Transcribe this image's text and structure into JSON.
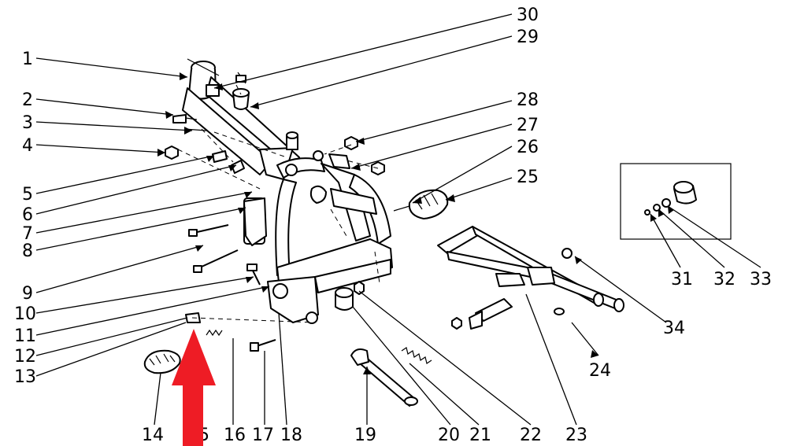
{
  "callouts": [
    {
      "n": "1"
    },
    {
      "n": "2"
    },
    {
      "n": "3"
    },
    {
      "n": "4"
    },
    {
      "n": "5"
    },
    {
      "n": "6"
    },
    {
      "n": "7"
    },
    {
      "n": "8"
    },
    {
      "n": "9"
    },
    {
      "n": "10"
    },
    {
      "n": "11"
    },
    {
      "n": "12"
    },
    {
      "n": "13"
    },
    {
      "n": "14"
    },
    {
      "n": "15"
    },
    {
      "n": "16"
    },
    {
      "n": "17"
    },
    {
      "n": "18"
    },
    {
      "n": "19"
    },
    {
      "n": "20"
    },
    {
      "n": "21"
    },
    {
      "n": "22"
    },
    {
      "n": "23"
    },
    {
      "n": "24"
    },
    {
      "n": "25"
    },
    {
      "n": "26"
    },
    {
      "n": "27"
    },
    {
      "n": "28"
    },
    {
      "n": "29"
    },
    {
      "n": "30"
    },
    {
      "n": "31"
    },
    {
      "n": "32"
    },
    {
      "n": "33"
    },
    {
      "n": "34"
    }
  ],
  "colors": {
    "line": "#000000",
    "background": "#ffffff",
    "arrow": "#ee1c25"
  }
}
